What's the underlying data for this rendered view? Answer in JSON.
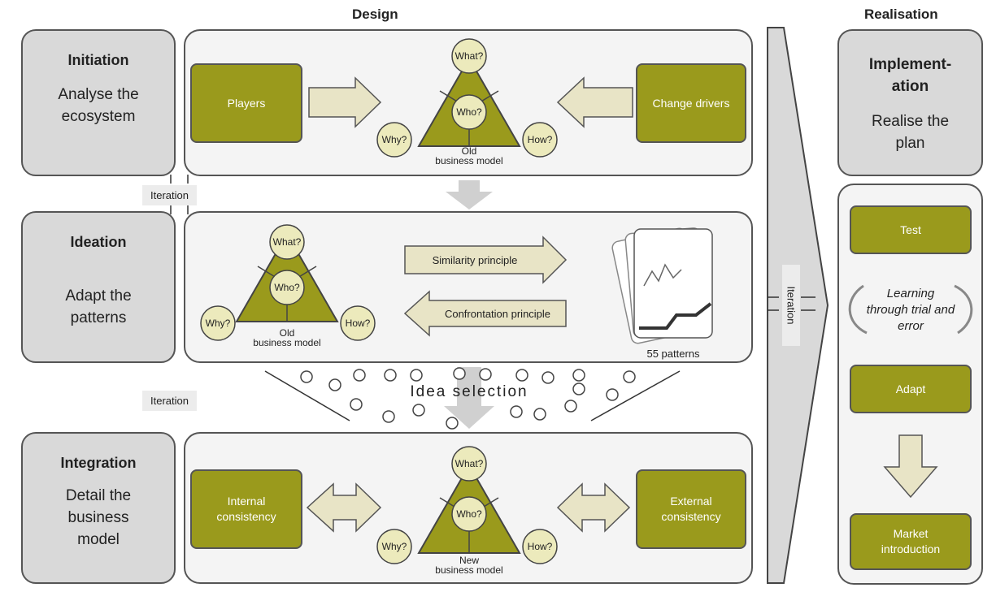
{
  "columns": {
    "design": "Design",
    "realisation": "Realisation"
  },
  "phases": {
    "initiation": {
      "name": "Initiation",
      "sub1": "Analyse the",
      "sub2": "ecosystem"
    },
    "ideation": {
      "name": "Ideation",
      "sub1": "Adapt the",
      "sub2": "patterns"
    },
    "integration": {
      "name": "Integration",
      "sub1": "Detail the",
      "sub2": "business",
      "sub3": "model"
    },
    "implementation": {
      "name1": "Implement-",
      "name2": "ation",
      "sub1": "Realise the",
      "sub2": "plan"
    }
  },
  "initiation_panel": {
    "left_box": "Players",
    "right_box": "Change drivers",
    "triangle_caption_1": "Old",
    "triangle_caption_2": "business model"
  },
  "ideation_panel": {
    "similarity": "Similarity principle",
    "confrontation": "Confrontation principle",
    "triangle_caption_1": "Old",
    "triangle_caption_2": "business model",
    "patterns_label": "55 patterns"
  },
  "integration_panel": {
    "left_box_1": "Internal",
    "left_box_2": "consistency",
    "right_box_1": "External",
    "right_box_2": "consistency",
    "triangle_caption_1": "New",
    "triangle_caption_2": "business model"
  },
  "triangle_labels": {
    "what": "What?",
    "who": "Who?",
    "why": "Why?",
    "how": "How?"
  },
  "iteration_labels": {
    "top": "Iteration",
    "middle": "Iteration",
    "vertical": "Iteration"
  },
  "idea_selection": "Idea selection",
  "realisation_panel": {
    "test": "Test",
    "learning_1": "Learning",
    "learning_2": "through trial and",
    "learning_3": "error",
    "adapt": "Adapt",
    "market_1": "Market",
    "market_2": "introduction"
  },
  "colors": {
    "olive": "#9a9a1c",
    "cream_arrow": "#e8e4c6",
    "grey_box": "#d9d9d9"
  }
}
